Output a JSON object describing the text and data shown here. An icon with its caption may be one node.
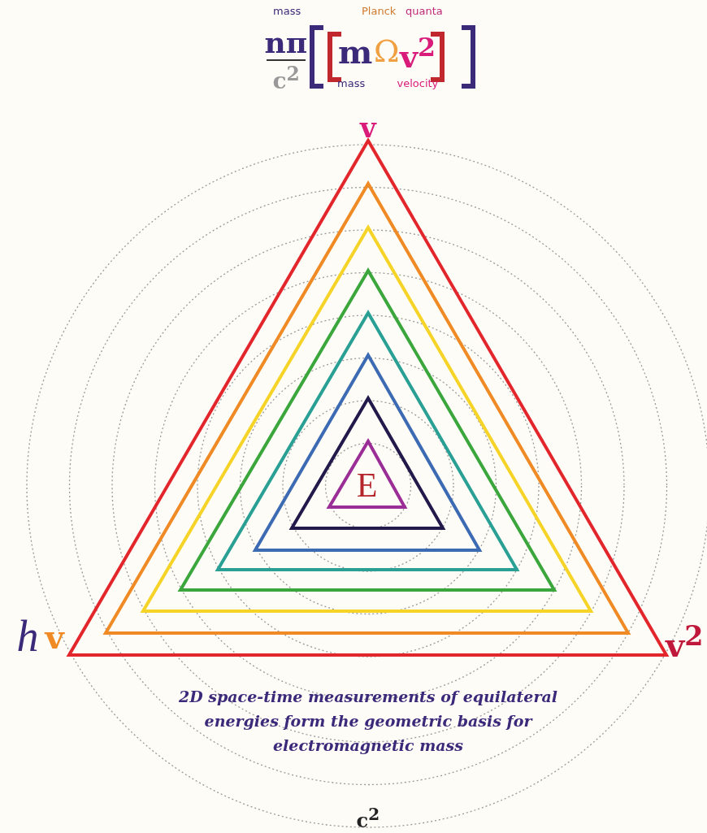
{
  "diagram": {
    "caption": "2D space-time measurements of equilateral energies form the geometric basis for electromagnetic mass",
    "nodes": [
      {
        "text": [],
        "shape": "triangle"
      },
      {
        "text": [],
        "shape": "triangle",
        "in": 0
      },
      {
        "text": [],
        "shape": "triangle",
        "in": 1
      },
      {
        "text": [],
        "shape": "triangle",
        "in": 2
      },
      {
        "text": [],
        "shape": "triangle",
        "in": 3
      },
      {
        "text": [],
        "shape": "triangle",
        "in": 4
      },
      {
        "text": [],
        "shape": "triangle",
        "in": 5
      },
      {
        "text": [
          "E"
        ],
        "in": 6
      }
    ],
    "labels": [
      "mass",
      "Planck",
      "quanta",
      "nπ",
      "c$^{2}$",
      "m",
      "Ω",
      "v$^{2}$",
      "mass",
      "velocity",
      "v",
      "h",
      "v",
      "v$^{2}$",
      "c$^{2}$"
    ]
  }
}
